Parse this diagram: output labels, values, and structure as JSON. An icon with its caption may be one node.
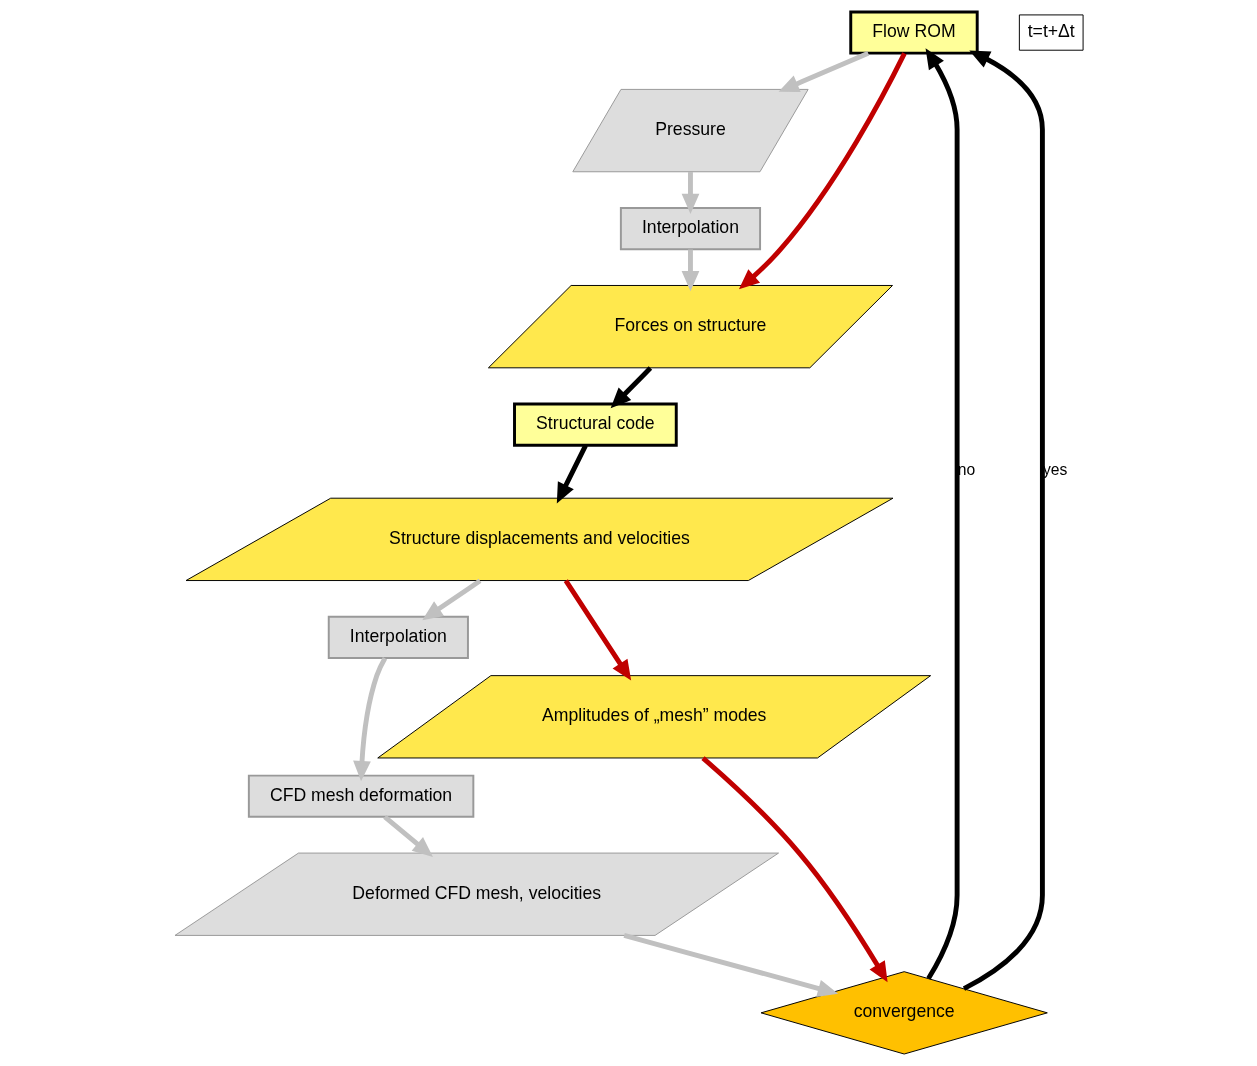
{
  "diagram": {
    "nodes": [
      {
        "text": [
          "Flow ROM"
        ]
      },
      {
        "text": [
          "Pressure"
        ]
      },
      {
        "text": [
          "Interpolation"
        ]
      },
      {
        "text": [
          "Forces on structure"
        ]
      },
      {
        "text": [
          "Structural code"
        ]
      },
      {
        "text": [
          "Structure displacements and velocities"
        ]
      },
      {
        "text": [
          "Interpolation"
        ]
      },
      {
        "text": [
          "CFD mesh deformation"
        ]
      },
      {
        "text": [
          "Deformed CFD mesh, velocities"
        ]
      },
      {
        "text": [
          "convergence"
        ]
      },
      {
        "text": [
          "Amplitudes of „mesh” modes"
        ]
      }
    ],
    "edges": [
      {
        "from": 0,
        "to": 1,
        "arrow": "to"
      },
      {
        "from": 1,
        "to": 2,
        "arrow": "to"
      },
      {
        "from": 2,
        "to": 3,
        "arrow": "to"
      },
      {
        "from": 0,
        "to": 3,
        "arrow": "to",
        "color": "#c00000"
      },
      {
        "from": 3,
        "to": 4,
        "arrow": "to",
        "color": "#000000"
      },
      {
        "from": 4,
        "to": 5,
        "arrow": "to",
        "color": "#000000"
      },
      {
        "from": 5,
        "to": 6,
        "arrow": "to"
      },
      {
        "from": 6,
        "to": 7,
        "arrow": "to"
      },
      {
        "from": 7,
        "to": 8,
        "arrow": "to"
      },
      {
        "from": 8,
        "to": 9,
        "arrow": "to"
      },
      {
        "from": 5,
        "to": 10,
        "arrow": "to",
        "color": "#c00000"
      },
      {
        "from": 10,
        "to": 9,
        "arrow": "to",
        "color": "#c00000"
      },
      {
        "from": 9,
        "to": 0,
        "arrow": "to",
        "label": "no",
        "color": "#000000"
      },
      {
        "from": 9,
        "to": 0,
        "arrow": "to",
        "label": "yes",
        "color": "#000000"
      }
    ],
    "labels": [
      "t=t+Δt"
    ]
  }
}
